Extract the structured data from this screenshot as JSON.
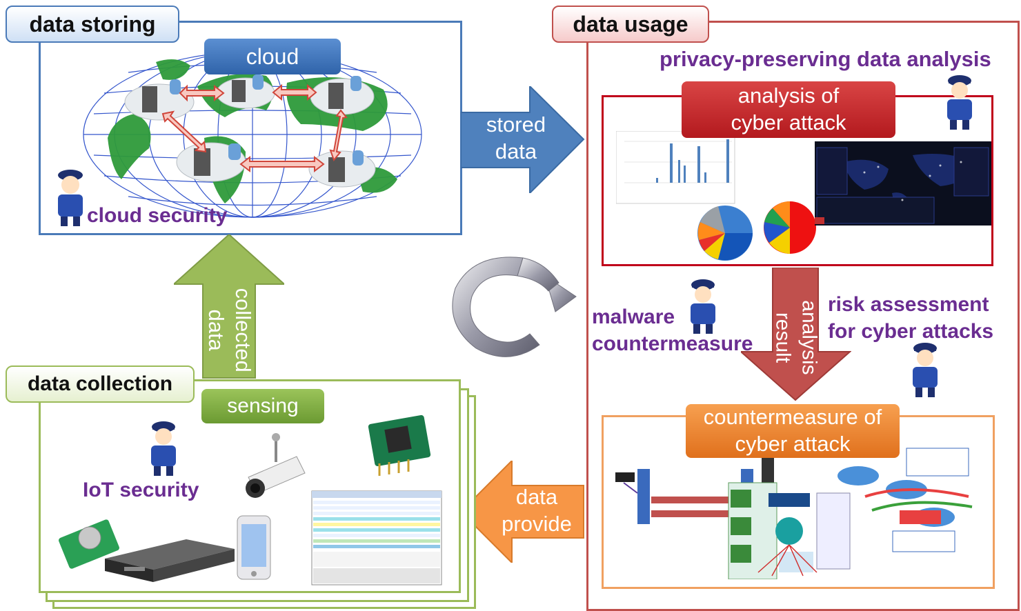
{
  "panels": {
    "storing": {
      "tab": "data storing",
      "cloud_label": "cloud",
      "security": "cloud security"
    },
    "usage": {
      "tab": "data usage",
      "privacy": "privacy-preserving data analysis",
      "analysis_title": [
        "analysis of",
        "cyber attack"
      ],
      "malware": [
        "malware",
        "countermeasure"
      ],
      "risk": [
        "risk assessment",
        "for cyber attacks"
      ],
      "countermeasure_title": [
        "countermeasure of",
        "cyber attack"
      ]
    },
    "collection": {
      "tab": "data collection",
      "sensing": "sensing",
      "security": "IoT security"
    }
  },
  "arrows": {
    "stored": [
      "stored",
      "data"
    ],
    "collected": [
      "collected",
      "data"
    ],
    "provide": [
      "data",
      "provide"
    ],
    "analysis_result": [
      "analysis",
      "result"
    ]
  },
  "colors": {
    "storing_border": "#4a7ab8",
    "usage_border": "#c0504d",
    "collection_border": "#9bbb59",
    "blue_arrow": "#4f81bd",
    "green_arrow": "#9bbb59",
    "orange_arrow": "#f79646",
    "red_arrow": "#c0504d",
    "label_purple": "#6a2d91"
  },
  "icons": [
    "police-officer-icon",
    "server-icon",
    "database-icon",
    "cycle-arrow-icon",
    "camera-icon",
    "smartphone-icon",
    "network-switch-icon",
    "sensor-board-icon"
  ]
}
